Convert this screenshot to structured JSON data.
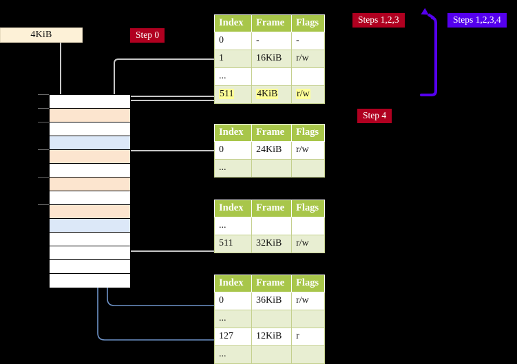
{
  "diagram": {
    "title": "Page table walk diagram",
    "background": "#000000"
  },
  "frame_box": {
    "label": "4KiB",
    "fill": "#fdf1d7"
  },
  "badges": [
    {
      "id": "step0",
      "label": "Step 0",
      "color": "#b00020"
    },
    {
      "id": "steps123",
      "label": "Steps 1,2,3",
      "color": "#b00020"
    },
    {
      "id": "steps1234",
      "label": "Steps 1,2,3,4",
      "color": "#5500ee"
    },
    {
      "id": "step4",
      "label": "Step 4",
      "color": "#b00020"
    }
  ],
  "memory": {
    "name": "physical-memory-column",
    "row_colors": {
      "white": "#ffffff",
      "orange": "#fce5cf",
      "blue": "#dce8f8"
    },
    "rows": [
      {
        "index": 0,
        "fill": "white",
        "tick": true
      },
      {
        "index": 1,
        "fill": "orange",
        "tick": true
      },
      {
        "index": 2,
        "fill": "white",
        "tick": true
      },
      {
        "index": 3,
        "fill": "blue",
        "tick": false
      },
      {
        "index": 4,
        "fill": "orange",
        "tick": true
      },
      {
        "index": 5,
        "fill": "white",
        "tick": false
      },
      {
        "index": 6,
        "fill": "orange",
        "tick": true
      },
      {
        "index": 7,
        "fill": "white",
        "tick": false
      },
      {
        "index": 8,
        "fill": "orange",
        "tick": true
      },
      {
        "index": 9,
        "fill": "blue",
        "tick": false
      },
      {
        "index": 10,
        "fill": "white",
        "tick": false
      },
      {
        "index": 11,
        "fill": "white",
        "tick": false
      },
      {
        "index": 12,
        "fill": "white",
        "tick": false
      },
      {
        "index": 13,
        "fill": "white",
        "tick": false
      }
    ]
  },
  "tables": {
    "columns": [
      "Index",
      "Frame",
      "Flags"
    ],
    "pml4": {
      "name": "pml4-table",
      "rows": [
        {
          "cells": [
            "0",
            "-",
            "-"
          ],
          "highlight": [
            false,
            false,
            false
          ]
        },
        {
          "cells": [
            "1",
            "16KiB",
            "r/w"
          ],
          "highlight": [
            false,
            false,
            false
          ]
        },
        {
          "cells": [
            "...",
            "",
            ""
          ],
          "highlight": [
            false,
            false,
            false
          ]
        },
        {
          "cells": [
            "511",
            "4KiB",
            "r/w"
          ],
          "highlight": [
            true,
            true,
            true
          ]
        }
      ]
    },
    "pdpt": {
      "name": "pdpt-table",
      "rows": [
        {
          "cells": [
            "0",
            "24KiB",
            "r/w"
          ],
          "highlight": [
            false,
            false,
            false
          ]
        },
        {
          "cells": [
            "...",
            "",
            ""
          ],
          "highlight": [
            false,
            false,
            false
          ]
        }
      ]
    },
    "pd": {
      "name": "page-directory-table",
      "rows": [
        {
          "cells": [
            "...",
            "",
            ""
          ],
          "highlight": [
            false,
            false,
            false
          ]
        },
        {
          "cells": [
            "511",
            "32KiB",
            "r/w"
          ],
          "highlight": [
            false,
            false,
            false
          ]
        }
      ]
    },
    "pt": {
      "name": "page-table",
      "rows": [
        {
          "cells": [
            "0",
            "36KiB",
            "r/w"
          ],
          "highlight": [
            false,
            false,
            false
          ]
        },
        {
          "cells": [
            "...",
            "",
            ""
          ],
          "highlight": [
            false,
            false,
            false
          ]
        },
        {
          "cells": [
            "127",
            "12KiB",
            "r"
          ],
          "highlight": [
            false,
            false,
            false
          ]
        },
        {
          "cells": [
            "...",
            "",
            ""
          ],
          "highlight": [
            false,
            false,
            false
          ]
        }
      ]
    }
  },
  "connectors": {
    "gray": "#c8c8c8",
    "blue": "#6e93c8",
    "bracket": "#5500ee"
  }
}
